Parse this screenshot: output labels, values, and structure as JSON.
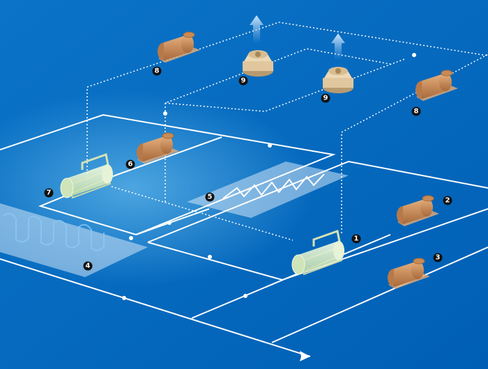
{
  "colors": {
    "background": "#0a6ec4",
    "line": "#ffffff",
    "copper": "#c98a55",
    "chiller": "#d8ecc0"
  },
  "labels": {
    "chiller_main": "1",
    "pump_2": "2",
    "pump_3": "3",
    "floor_coil": "4",
    "ceiling_coil": "5",
    "pump_6": "6",
    "chiller_aux": "7",
    "pump_8a": "8",
    "pump_8b": "8",
    "tower_9a": "9",
    "tower_9b": "9"
  }
}
